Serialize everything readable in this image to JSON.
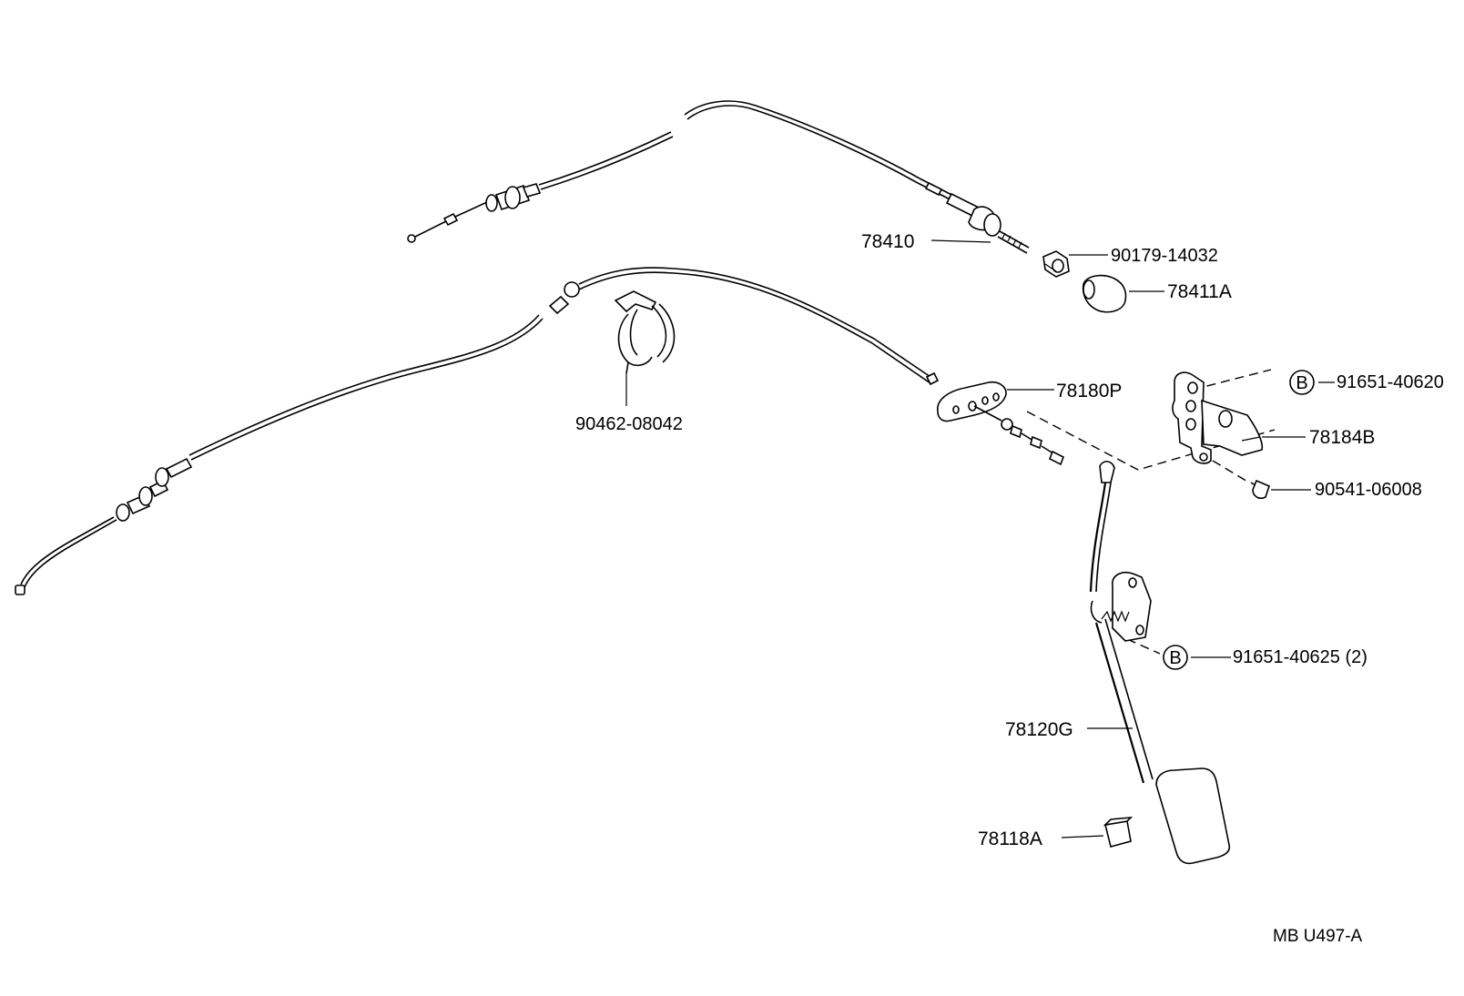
{
  "labels": {
    "p78410": "78410",
    "p90179": "90179-14032",
    "p78411a": "78411A",
    "p78180p": "78180P",
    "p90462": "90462-08042",
    "p91651a": "91651-40620",
    "p78184b": "78184B",
    "p90541": "90541-06008",
    "p91651b": "91651-40625 (2)",
    "p78120g": "78120G",
    "p78118a": "78118A",
    "marker_b1": "B",
    "marker_b2": "B",
    "code": "MB U497-A"
  }
}
